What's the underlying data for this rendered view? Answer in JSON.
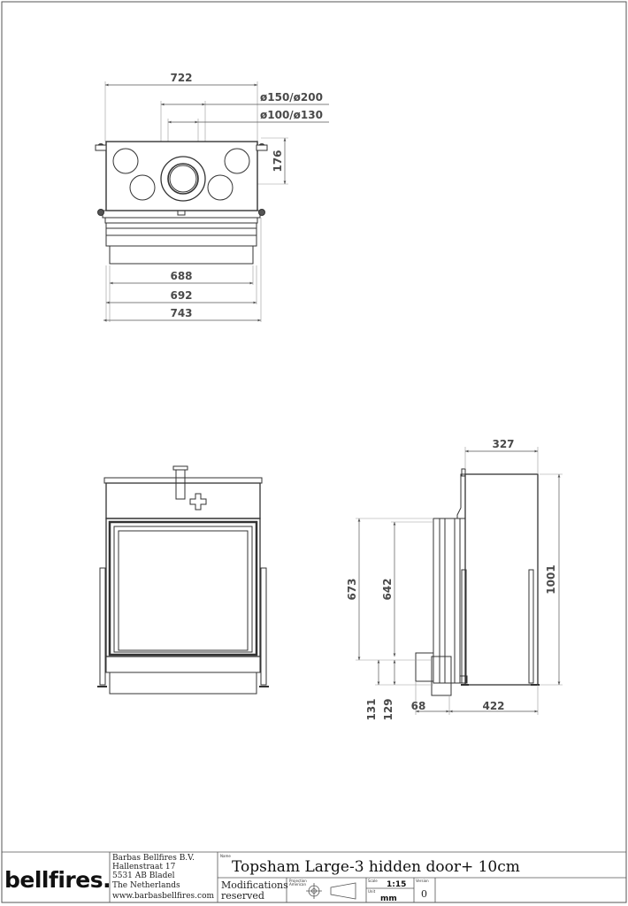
{
  "drawing": {
    "top_view": {
      "width_dim": "722",
      "flue_outer_dim": "ø150/ø200",
      "flue_inner_dim": "ø100/ø130",
      "depth_dim": "176",
      "width_688": "688",
      "width_692": "692",
      "width_743": "743"
    },
    "side_view": {
      "depth_top": "327",
      "height_total": "1001",
      "glass_height_outer": "673",
      "glass_height_inner": "642",
      "base_131": "131",
      "base_129": "129",
      "offset_68": "68",
      "depth_bottom": "422"
    }
  },
  "title_block": {
    "company_name": "Barbas Bellfires B.V.",
    "address_line1": "Hallenstraat 17",
    "address_line2": "5531 AB Bladel",
    "country": "The Netherlands",
    "website": "www.barbasbellfires.com",
    "logo": "bellfires.",
    "name_label": "Name",
    "product_name": "Topsham Large-3 hidden door+ 10cm",
    "modifications_line1": "Modifications",
    "modifications_line2": "reserved",
    "projection_line1": "Projection",
    "projection_line2": "American",
    "scale_label": "Scale",
    "scale_value": "1:15",
    "unit_label": "Unit",
    "unit_value": "mm",
    "version_label": "Version",
    "version_value": "0"
  }
}
